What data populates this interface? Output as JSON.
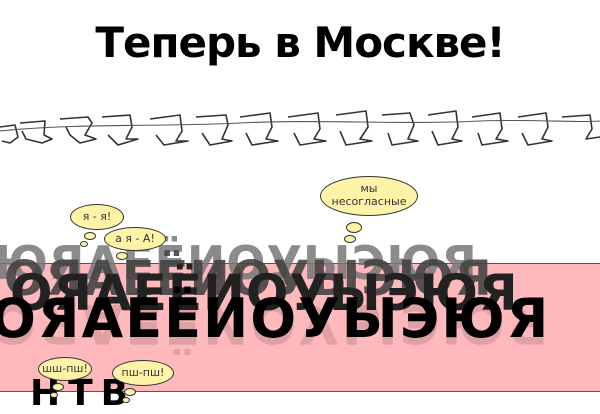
{
  "title": "Теперь в Москве!",
  "vowels": "ОЯАЕЁИОУЫЭЮЯ",
  "vowels_back": "ЮЯАЕЁИОУЫЭЮЯ",
  "consonants": "НТВ",
  "bubbles": {
    "ya_ya": "я - я!",
    "a_ya_a": "а я - А!",
    "not_agree": "мы\nнесогласные",
    "sh1": "шш-пш!",
    "sh2": "пш-пш!"
  },
  "colors": {
    "band": "#ffb8bb",
    "bubble": "#fff3a8"
  }
}
